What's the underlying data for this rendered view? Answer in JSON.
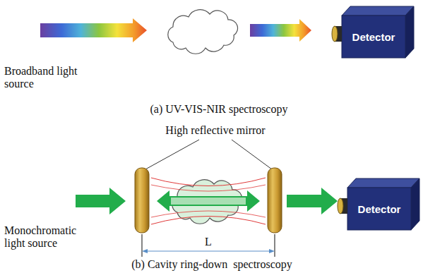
{
  "diagram": {
    "nodes": [
      {
        "text": [
          "Detector"
        ]
      },
      {
        "text": [
          "Detector"
        ]
      }
    ],
    "labels": [
      "Broadband light source",
      "(a) UV-VIS-NIR spectroscopy",
      "High reflective mirror",
      "Monochromatic light source",
      "L",
      "(b) Cavity ring-down  spectroscopy"
    ]
  }
}
